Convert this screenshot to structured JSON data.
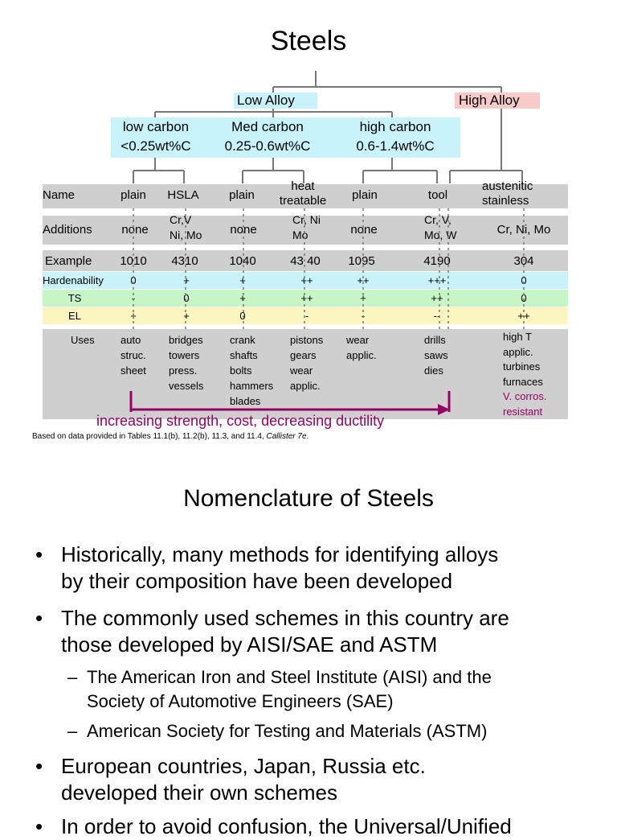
{
  "slide1": {
    "title": "Steels",
    "low_alloy": "Low Alloy",
    "high_alloy": "High Alloy",
    "carbon": [
      {
        "name": "low carbon",
        "range": "<0.25wt%C"
      },
      {
        "name": "Med carbon",
        "range": "0.25-0.6wt%C"
      },
      {
        "name": "high carbon",
        "range": "0.6-1.4wt%C"
      }
    ],
    "row_labels": {
      "name": "Name",
      "additions": "Additions",
      "example": "Example",
      "hardenability": "Hardenability",
      "ts": "TS",
      "el": "EL",
      "uses": "Uses"
    },
    "columns": [
      {
        "name": "plain",
        "additions": "none",
        "example": "1010",
        "hard": "0",
        "ts": "-",
        "el": "+",
        "uses": [
          "auto",
          "struc.",
          "sheet"
        ]
      },
      {
        "name": "HSLA",
        "additions": [
          "Cr,V",
          "Ni, Mo"
        ],
        "example": "4310",
        "hard": "+",
        "ts": "0",
        "el": "+",
        "uses": [
          "bridges",
          "towers",
          "press.",
          "vessels"
        ]
      },
      {
        "name": "plain",
        "additions": "none",
        "example": "1040",
        "hard": "+",
        "ts": "+",
        "el": "0",
        "uses": [
          "crank",
          "shafts",
          "bolts",
          "hammers",
          "blades"
        ]
      },
      {
        "name": [
          "heat",
          "treatable"
        ],
        "additions": [
          "Cr, Ni",
          "Mo"
        ],
        "example": "43 40",
        "hard": "++",
        "ts": "++",
        "el": "-",
        "uses": [
          "pistons",
          "gears",
          "wear",
          "applic."
        ]
      },
      {
        "name": "plain",
        "additions": "none",
        "example": "1095",
        "hard": "++",
        "ts": "+",
        "el": "-",
        "uses": [
          "wear",
          "applic."
        ]
      },
      {
        "name": "tool",
        "additions": [
          "Cr, V,",
          "Mo, W"
        ],
        "example": "4190",
        "hard": "+++",
        "ts": "++",
        "el": "--",
        "uses": [
          "drills",
          "saws",
          "dies"
        ]
      },
      {
        "name": [
          "austenitic",
          "stainless"
        ],
        "additions": "Cr, Ni, Mo",
        "example": "304",
        "hard": "0",
        "ts": "0",
        "el": "++",
        "uses": [
          "high T",
          "applic.",
          "turbines",
          "furnaces"
        ],
        "uses_highlight": [
          "V. corros.",
          "resistant"
        ]
      }
    ],
    "arrow_text": "increasing strength, cost, decreasing ductility",
    "footnote": "Based on data provided in Tables 11.1(b), 11.2(b), 11.3, and 11.4, ",
    "footnote_italic": "Callister 7e",
    "footnote_end": ".",
    "colors": {
      "cyan": "#c8f3fb",
      "pink": "#f8caca",
      "green": "#c6f5c6",
      "yellow": "#fbf5c0",
      "gray": "#cfcfcf",
      "magenta": "#990066"
    }
  },
  "slide2": {
    "title": "Nomenclature of Steels",
    "bullets": [
      [
        "Historically, many methods for identifying alloys",
        "by their composition have been developed"
      ],
      [
        "The commonly used schemes in this country are",
        "those developed by AISI/SAE and ASTM"
      ],
      [
        "European countries, Japan, Russia etc.",
        "developed their own schemes"
      ],
      [
        "In order to avoid confusion, the Universal/Unified"
      ]
    ],
    "subbullets": [
      [
        "The American Iron and Steel Institute (AISI) and the",
        "Society of Automotive Engineers (SAE)"
      ],
      [
        "American Society for Testing and Materials (ASTM)"
      ]
    ]
  }
}
